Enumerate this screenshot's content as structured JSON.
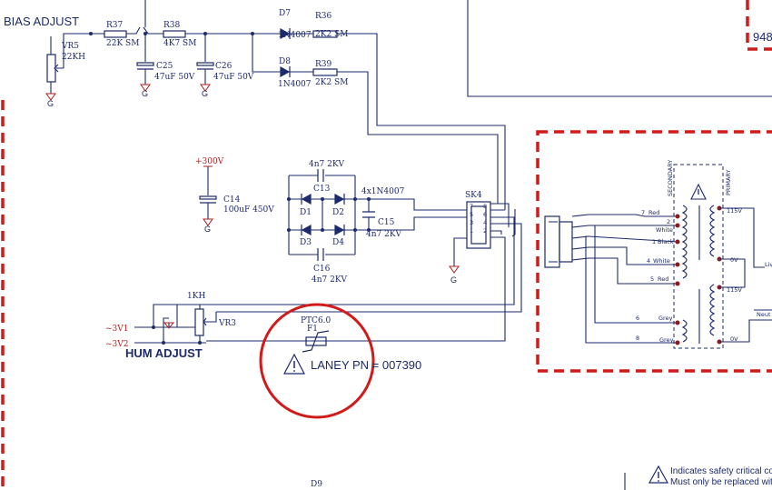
{
  "labels": {
    "bias_adjust": "BIAS ADJUST",
    "hum_adjust": "HUM ADJUST",
    "ref_948": "948",
    "sk4": "SK4",
    "v300": "+300V",
    "m3v1": "~3V1",
    "m3v2": "~3V2",
    "laney_pn": "LANEY PN = 007390",
    "d9": "D9",
    "secondary": "SECONDARY",
    "primary": "PRIMARY",
    "safety_line1": "Indicates safety critical co",
    "safety_line2": "Must only be replaced with",
    "rect_label": "4x1N4007",
    "l_cut": "Liv",
    "n_cut": "Neut"
  },
  "components": {
    "vr5": {
      "ref": "VR5",
      "value": "22KH"
    },
    "r37": {
      "ref": "R37",
      "value": "22K SM"
    },
    "r38": {
      "ref": "R38",
      "value": "4K7 SM"
    },
    "c25": {
      "ref": "C25",
      "value": "47uF 50V"
    },
    "c26": {
      "ref": "C26",
      "value": "47uF 50V"
    },
    "d7": {
      "ref": "D7",
      "value": "1N4007"
    },
    "d8": {
      "ref": "D8",
      "value": "1N4007"
    },
    "r36": {
      "ref": "R36",
      "value": "2K2 SM"
    },
    "r39": {
      "ref": "R39",
      "value": "2K2 SM"
    },
    "c14": {
      "ref": "C14",
      "value": "100uF 450V"
    },
    "c13": {
      "ref": "C13",
      "value": "4n7 2KV"
    },
    "c15": {
      "ref": "C15",
      "value": "4n7 2KV"
    },
    "c16": {
      "ref": "C16",
      "value": "4n7 2KV"
    },
    "d1": {
      "ref": "D1"
    },
    "d2": {
      "ref": "D2"
    },
    "d3": {
      "ref": "D3"
    },
    "d4": {
      "ref": "D4"
    },
    "vr3": {
      "ref": "VR3",
      "value": "1KH"
    },
    "f1": {
      "ref": "F1",
      "value": "PTC6.0"
    }
  },
  "ground_label": "G",
  "sk4_pins": [
    "7",
    "8",
    "5",
    "6",
    "3",
    "4",
    "1",
    "2"
  ],
  "transformer": {
    "secondary_taps": [
      {
        "num": "7",
        "color": "Red"
      },
      {
        "num": "2",
        "color": "White"
      },
      {
        "num": "1",
        "color": "Black"
      },
      {
        "num": "4",
        "color": "White"
      },
      {
        "num": "5",
        "color": "Red"
      },
      {
        "num": "6",
        "color": "Grey"
      },
      {
        "num": "8",
        "color": "Grey"
      }
    ],
    "primary_taps": [
      "115V",
      "0V",
      "115V",
      "0V"
    ]
  }
}
